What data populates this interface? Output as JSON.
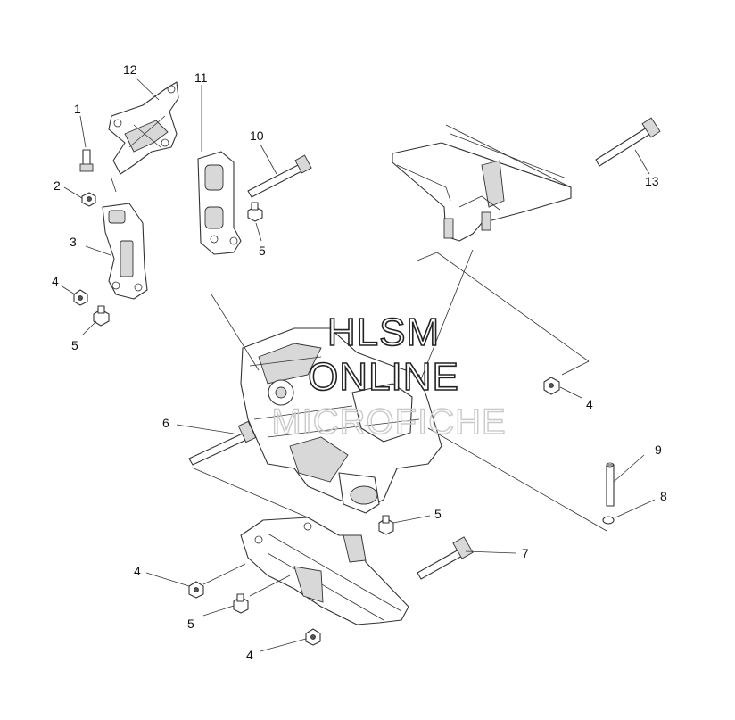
{
  "callouts": [
    {
      "id": "c1",
      "label": "1"
    },
    {
      "id": "c2",
      "label": "2"
    },
    {
      "id": "c3",
      "label": "3"
    },
    {
      "id": "c4a",
      "label": "4"
    },
    {
      "id": "c5a",
      "label": "5"
    },
    {
      "id": "c12",
      "label": "12"
    },
    {
      "id": "c11",
      "label": "11"
    },
    {
      "id": "c10",
      "label": "10"
    },
    {
      "id": "c5b",
      "label": "5"
    },
    {
      "id": "c13",
      "label": "13"
    },
    {
      "id": "c4b",
      "label": "4"
    },
    {
      "id": "c6",
      "label": "6"
    },
    {
      "id": "c9",
      "label": "9"
    },
    {
      "id": "c8",
      "label": "8"
    },
    {
      "id": "c5c",
      "label": "5"
    },
    {
      "id": "c7",
      "label": "7"
    },
    {
      "id": "c4c",
      "label": "4"
    },
    {
      "id": "c5d",
      "label": "5"
    },
    {
      "id": "c4d",
      "label": "4"
    }
  ],
  "watermark": {
    "line1": "HLSM",
    "line2": "ONLINE",
    "line3": "MICROFICHE"
  }
}
